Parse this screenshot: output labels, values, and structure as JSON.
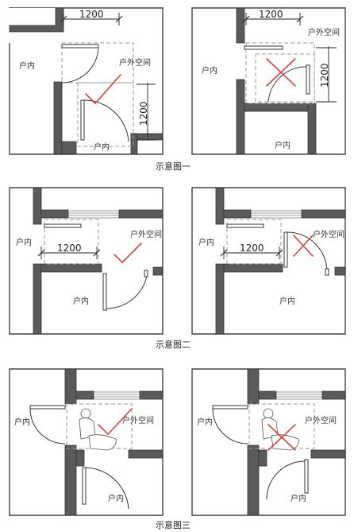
{
  "labels": {
    "indoor": "户内",
    "outdoor": "户外空间",
    "dim": "1200"
  },
  "captions": [
    "示意图一",
    "示意图二",
    "示意图三"
  ],
  "colors": {
    "wall": "#5a5a5a",
    "mark": "#d9443a",
    "dash": "#999999"
  },
  "icons": {
    "correct": "check-mark-icon",
    "wrong": "cross-mark-icon",
    "person": "person-figure-icon"
  }
}
